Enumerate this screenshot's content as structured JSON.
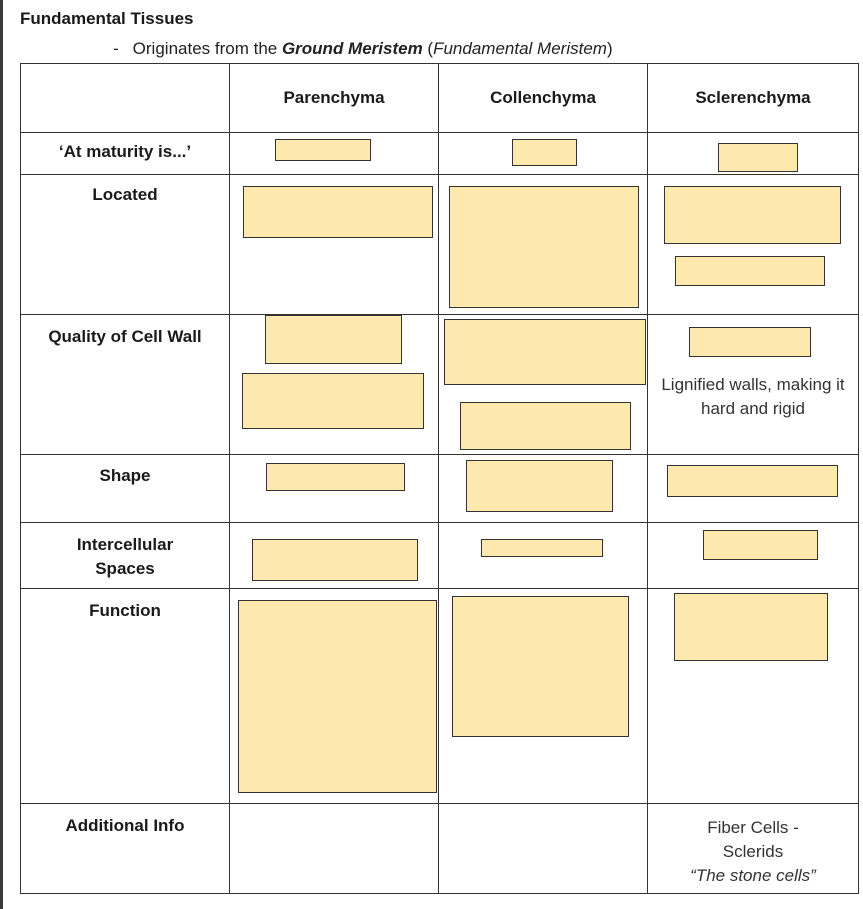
{
  "heading": "Fundamental Tissues",
  "subtitle": {
    "dash": "-",
    "prefix": "Originates from the ",
    "bold_term": "Ground Meristem",
    "paren_open": " (",
    "alt_term": "Fundamental Meristem",
    "paren_close": ")"
  },
  "table": {
    "columns": [
      "",
      "Parenchyma",
      "Collenchyma",
      "Sclerenchyma"
    ],
    "rows": [
      {
        "label": "‘At maturity is...’"
      },
      {
        "label": "Located"
      },
      {
        "label": "Quality of Cell Wall"
      },
      {
        "label": "Shape"
      },
      {
        "label": "Intercellular Spaces"
      },
      {
        "label": "Function"
      },
      {
        "label": "Additional Info"
      }
    ],
    "sclerenchyma_cell_wall": "Lignified walls, making it hard and rigid",
    "sclerenchyma_additional": {
      "line1": "Fiber Cells -",
      "line2": "Sclerids",
      "line3": "“The stone cells”"
    }
  },
  "colors": {
    "answer_box": "#fde8ad",
    "border": "#333333"
  }
}
